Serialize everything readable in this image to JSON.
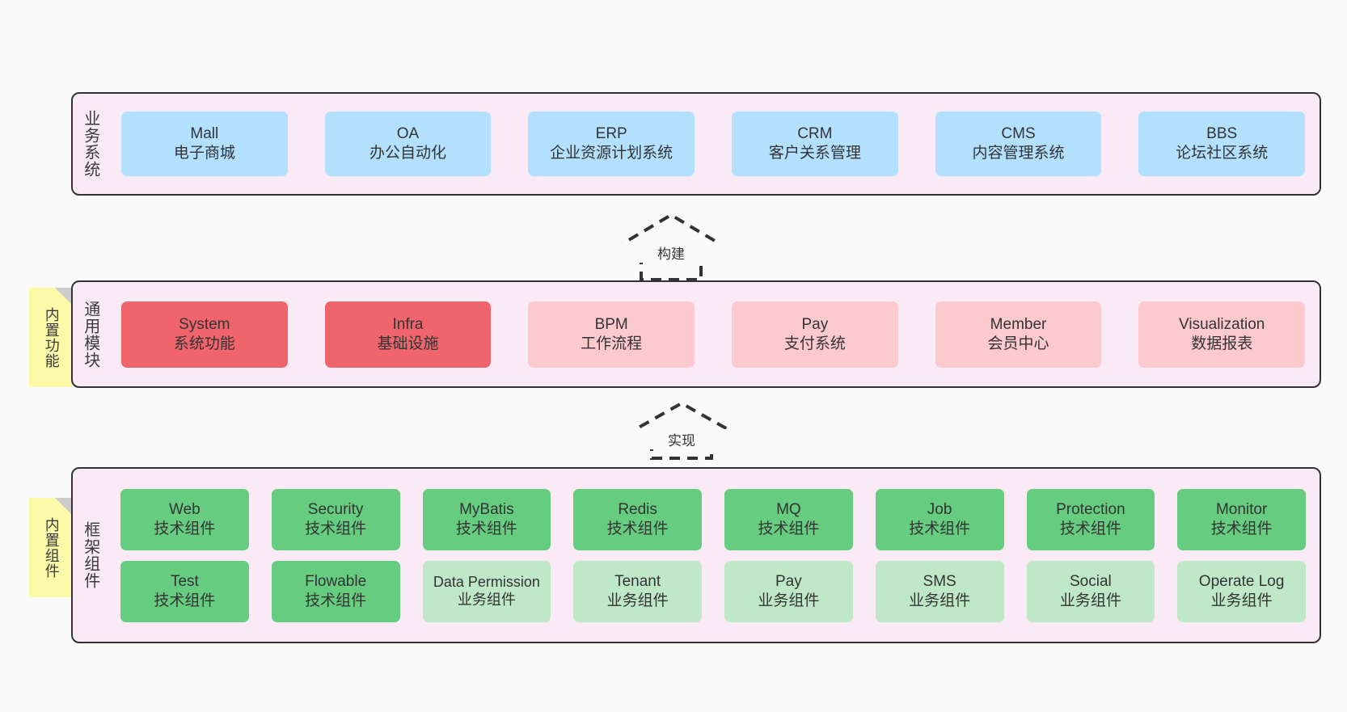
{
  "page": {
    "background": "#fafafa",
    "panel_bg": "#f9eaf5",
    "panel_border": "#333333"
  },
  "layers": [
    {
      "id": "business",
      "label": "业务系统",
      "card_color": "#b3e0ff",
      "cards": [
        {
          "en": "Mall",
          "cn": "电子商城"
        },
        {
          "en": "OA",
          "cn": "办公自动化"
        },
        {
          "en": "ERP",
          "cn": "企业资源计划系统"
        },
        {
          "en": "CRM",
          "cn": "客户关系管理"
        },
        {
          "en": "CMS",
          "cn": "内容管理系统"
        },
        {
          "en": "BBS",
          "cn": "论坛社区系统"
        }
      ]
    },
    {
      "id": "common",
      "label": "通用模块",
      "sticky": "内置功能",
      "card_color_strong": "#f0656c",
      "card_color_light": "#fcc9cf",
      "cards": [
        {
          "en": "System",
          "cn": "系统功能",
          "tone": "strong"
        },
        {
          "en": "Infra",
          "cn": "基础设施",
          "tone": "strong"
        },
        {
          "en": "BPM",
          "cn": "工作流程",
          "tone": "light"
        },
        {
          "en": "Pay",
          "cn": "支付系统",
          "tone": "light"
        },
        {
          "en": "Member",
          "cn": "会员中心",
          "tone": "light"
        },
        {
          "en": "Visualization",
          "cn": "数据报表",
          "tone": "light"
        }
      ]
    },
    {
      "id": "framework",
      "label": "框架组件",
      "sticky": "内置组件",
      "card_color_strong": "#66cc80",
      "card_color_light": "#bfe8c8",
      "row1": [
        {
          "en": "Web",
          "cn": "技术组件",
          "tone": "strong"
        },
        {
          "en": "Security",
          "cn": "技术组件",
          "tone": "strong"
        },
        {
          "en": "MyBatis",
          "cn": "技术组件",
          "tone": "strong"
        },
        {
          "en": "Redis",
          "cn": "技术组件",
          "tone": "strong"
        },
        {
          "en": "MQ",
          "cn": "技术组件",
          "tone": "strong"
        },
        {
          "en": "Job",
          "cn": "技术组件",
          "tone": "strong"
        },
        {
          "en": "Protection",
          "cn": "技术组件",
          "tone": "strong"
        },
        {
          "en": "Monitor",
          "cn": "技术组件",
          "tone": "strong"
        }
      ],
      "row2": [
        {
          "en": "Test",
          "cn": "技术组件",
          "tone": "strong"
        },
        {
          "en": "Flowable",
          "cn": "技术组件",
          "tone": "strong"
        },
        {
          "en": "Data Permission",
          "cn": "业务组件",
          "tone": "light"
        },
        {
          "en": "Tenant",
          "cn": "业务组件",
          "tone": "light"
        },
        {
          "en": "Pay",
          "cn": "业务组件",
          "tone": "light"
        },
        {
          "en": "SMS",
          "cn": "业务组件",
          "tone": "light"
        },
        {
          "en": "Social",
          "cn": "业务组件",
          "tone": "light"
        },
        {
          "en": "Operate Log",
          "cn": "业务组件",
          "tone": "light"
        }
      ]
    }
  ],
  "arrows": [
    {
      "id": "build",
      "label": "构建"
    },
    {
      "id": "implement",
      "label": "实现"
    }
  ]
}
